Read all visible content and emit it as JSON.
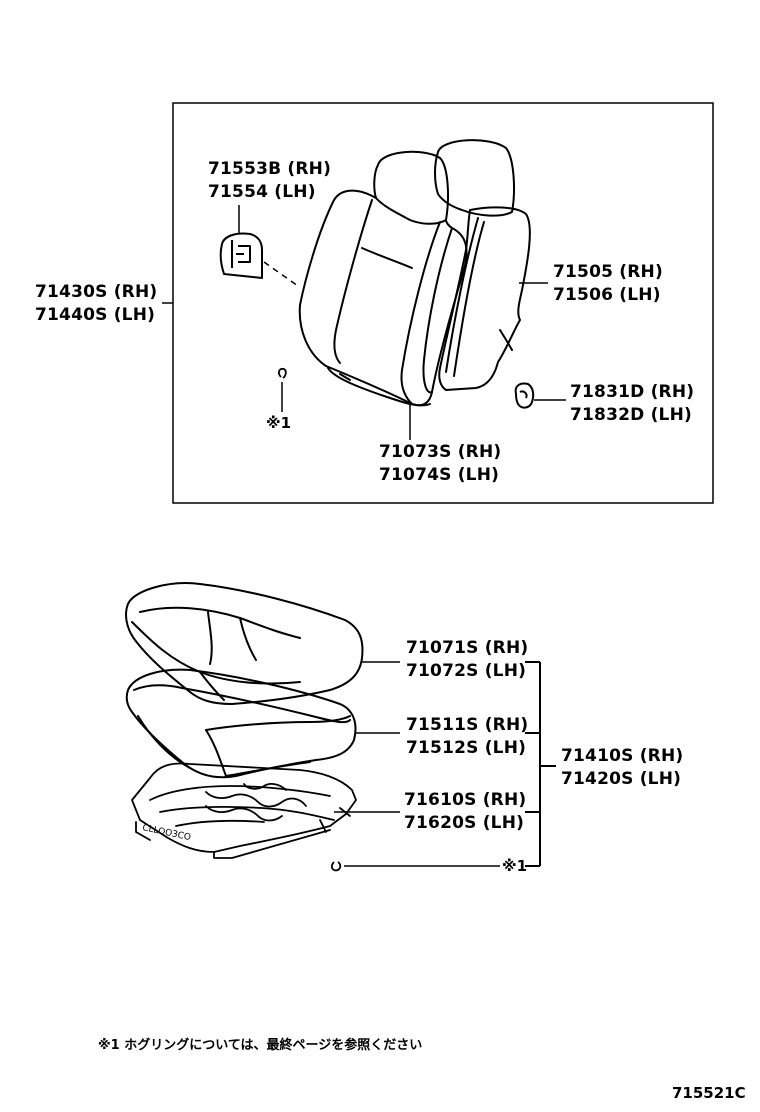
{
  "labels": {
    "headrest_support_rh": "71553B (RH)",
    "headrest_support_lh": "71554 (LH)",
    "back_assy_rh": "71430S (RH)",
    "back_assy_lh": "71440S (LH)",
    "back_board_rh": "71505 (RH)",
    "back_board_lh": "71506 (LH)",
    "clip_rh": "71831D (RH)",
    "clip_lh": "71832D (LH)",
    "back_cover_rh": "71073S (RH)",
    "back_cover_lh": "71074S (LH)",
    "cushion_cover_rh": "71071S (RH)",
    "cushion_cover_lh": "71072S (LH)",
    "cushion_pad_rh": "71511S (RH)",
    "cushion_pad_lh": "71512S (LH)",
    "cushion_assy_rh": "71410S (RH)",
    "cushion_assy_lh": "71420S (LH)",
    "cushion_spring_rh": "71610S (RH)",
    "cushion_spring_lh": "71620S (LH)"
  },
  "marks": {
    "hog_ring_upper": "※1",
    "hog_ring_lower": "※1"
  },
  "footnote": "※1  ホグリングについては、最終ページを参照ください",
  "drawing_code": "715521C"
}
